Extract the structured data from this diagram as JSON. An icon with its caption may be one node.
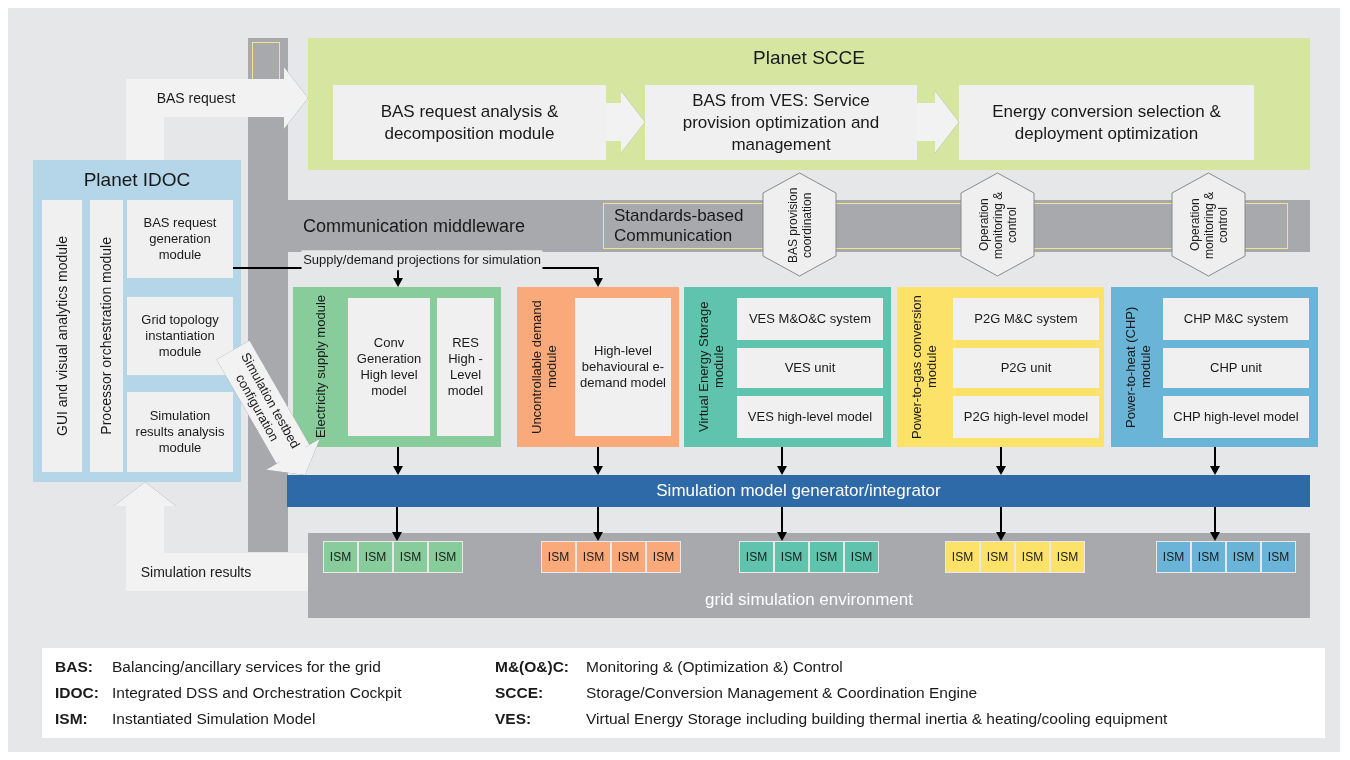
{
  "diagram": {
    "nodes": [
      {
        "text": [
          "Planet SCCE"
        ]
      },
      {
        "text": [
          "BAS request analysis & decomposition module"
        ],
        "in": 0
      },
      {
        "text": [
          "BAS from VES: Service provision optimization and management"
        ],
        "in": 0
      },
      {
        "text": [
          "Energy conversion selection & deployment optimization"
        ],
        "in": 0
      },
      {
        "text": [
          "Communication middleware"
        ]
      },
      {
        "text": [
          "Standards-based Communication"
        ],
        "in": 4
      },
      {
        "text": [
          "BAS provision coordination"
        ]
      },
      {
        "text": [
          "Operation monitoring & control"
        ]
      },
      {
        "text": [
          "Operation monitoring & control"
        ]
      },
      {
        "text": [
          "Planet IDOC"
        ]
      },
      {
        "text": [
          "GUI and visual analytics module"
        ],
        "in": 9
      },
      {
        "text": [
          "Processor orchestration module"
        ],
        "in": 9
      },
      {
        "text": [
          "BAS request generation module"
        ],
        "in": 9
      },
      {
        "text": [
          "Grid topology instantiation module"
        ],
        "in": 9
      },
      {
        "text": [
          "Simulation results analysis module"
        ],
        "in": 9
      },
      {
        "text": [
          "Electricity supply module"
        ]
      },
      {
        "text": [
          "Conv Generation High level model"
        ],
        "in": 15
      },
      {
        "text": [
          "RES High - Level model"
        ],
        "in": 15
      },
      {
        "text": [
          "Uncontrollable demand module"
        ]
      },
      {
        "text": [
          "High-level behavioural e-demand model"
        ],
        "in": 18
      },
      {
        "text": [
          "Virtual Energy Storage module"
        ]
      },
      {
        "text": [
          "VES M&O&C system"
        ],
        "in": 20
      },
      {
        "text": [
          "VES unit"
        ],
        "in": 20
      },
      {
        "text": [
          "VES high-level model"
        ],
        "in": 20
      },
      {
        "text": [
          "Power-to-gas conversion module"
        ]
      },
      {
        "text": [
          "P2G M&C system"
        ],
        "in": 24
      },
      {
        "text": [
          "P2G unit"
        ],
        "in": 24
      },
      {
        "text": [
          "P2G high-level model"
        ],
        "in": 24
      },
      {
        "text": [
          "Power-to-heat (CHP) module"
        ]
      },
      {
        "text": [
          "CHP M&C system"
        ],
        "in": 28
      },
      {
        "text": [
          "CHP unit"
        ],
        "in": 28
      },
      {
        "text": [
          "CHP high-level model"
        ],
        "in": 28
      },
      {
        "text": [
          "Simulation model generator/integrator"
        ]
      },
      {
        "text": [
          "grid simulation environment"
        ]
      },
      {
        "text": [
          "ISM"
        ],
        "in": 33
      },
      {
        "text": [
          "ISM"
        ],
        "in": 33
      },
      {
        "text": [
          "ISM"
        ],
        "in": 33
      },
      {
        "text": [
          "ISM"
        ],
        "in": 33
      },
      {
        "text": [
          "ISM"
        ],
        "in": 33
      },
      {
        "text": [
          "ISM"
        ],
        "in": 33
      },
      {
        "text": [
          "ISM"
        ],
        "in": 33
      },
      {
        "text": [
          "ISM"
        ],
        "in": 33
      },
      {
        "text": [
          "ISM"
        ],
        "in": 33
      },
      {
        "text": [
          "ISM"
        ],
        "in": 33
      },
      {
        "text": [
          "ISM"
        ],
        "in": 33
      },
      {
        "text": [
          "ISM"
        ],
        "in": 33
      },
      {
        "text": [
          "ISM"
        ],
        "in": 33
      },
      {
        "text": [
          "ISM"
        ],
        "in": 33
      },
      {
        "text": [
          "ISM"
        ],
        "in": 33
      },
      {
        "text": [
          "ISM"
        ],
        "in": 33
      },
      {
        "text": [
          "ISM"
        ],
        "in": 33
      },
      {
        "text": [
          "ISM"
        ],
        "in": 33
      },
      {
        "text": [
          "ISM"
        ],
        "in": 33
      },
      {
        "text": [
          "ISM"
        ],
        "in": 33
      }
    ],
    "edges": [
      {
        "from": 9,
        "to": 0,
        "arrow": "to",
        "label": "BAS request",
        "style": "thick",
        "color": "#f2f2f2"
      },
      {
        "from": 1,
        "to": 2,
        "arrow": "to",
        "style": "thick",
        "color": "#f2f2f2"
      },
      {
        "from": 2,
        "to": 3,
        "arrow": "to",
        "style": "thick",
        "color": "#f2f2f2"
      },
      {
        "from": 12,
        "to": 15,
        "arrow": "to",
        "label": "Supply/demand projections for simulation"
      },
      {
        "from": 12,
        "to": 18,
        "arrow": "to"
      },
      {
        "from": 13,
        "to": 32,
        "arrow": "to",
        "label": "Simulation testbed configuration",
        "style": "thick",
        "color": "#f2f2f2"
      },
      {
        "from": 33,
        "to": 9,
        "arrow": "to",
        "label": "Simulation results",
        "style": "thick",
        "color": "#f2f2f2"
      },
      {
        "from": 15,
        "to": 32,
        "arrow": "to"
      },
      {
        "from": 18,
        "to": 32,
        "arrow": "to"
      },
      {
        "from": 20,
        "to": 32,
        "arrow": "to"
      },
      {
        "from": 24,
        "to": 32,
        "arrow": "to"
      },
      {
        "from": 28,
        "to": 32,
        "arrow": "to"
      },
      {
        "from": 32,
        "to": 36,
        "arrow": "to"
      },
      {
        "from": 32,
        "to": 39,
        "arrow": "to"
      },
      {
        "from": 32,
        "to": 43,
        "arrow": "to"
      },
      {
        "from": 32,
        "to": 47,
        "arrow": "to"
      },
      {
        "from": 32,
        "to": 51,
        "arrow": "to"
      }
    ],
    "labels": [
      "BAS:",
      "Balancing/ancillary services for the grid",
      "M&(O&)C:",
      "Monitoring & (Optimization &) Control",
      "IDOC:",
      "Integrated DSS and Orchestration Cockpit",
      "SCCE:",
      "Storage/Conversion Management & Coordination Engine",
      "ISM:",
      "Instantiated Simulation Model",
      "VES:",
      "Virtual Energy Storage including building thermal inertia & heating/cooling equipment"
    ]
  }
}
